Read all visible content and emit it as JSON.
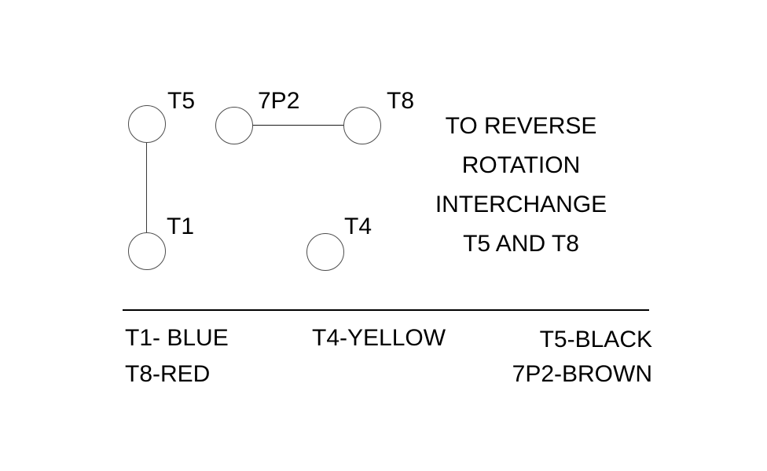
{
  "diagram": {
    "terminals": [
      {
        "id": "T5",
        "label": "T5"
      },
      {
        "id": "7P2",
        "label": "7P2"
      },
      {
        "id": "T8",
        "label": "T8"
      },
      {
        "id": "T1",
        "label": "T1"
      },
      {
        "id": "T4",
        "label": "T4"
      }
    ],
    "connections": [
      {
        "from": "T5",
        "to": "T1"
      },
      {
        "from": "7P2",
        "to": "T8"
      }
    ],
    "note": {
      "lines": [
        "TO REVERSE",
        "ROTATION",
        "INTERCHANGE",
        "T5 AND T8"
      ]
    },
    "legend": {
      "entries": [
        {
          "terminal": "T1",
          "color": "BLUE",
          "text": "T1- BLUE"
        },
        {
          "terminal": "T8",
          "color": "RED",
          "text": "T8-RED"
        },
        {
          "terminal": "T4",
          "color": "YELLOW",
          "text": "T4-YELLOW"
        },
        {
          "terminal": "T5",
          "color": "BLACK",
          "text": "T5-BLACK"
        },
        {
          "terminal": "7P2",
          "color": "BROWN",
          "text": "7P2-BROWN"
        }
      ]
    },
    "colors": {
      "ink": "#000000",
      "background": "#ffffff"
    }
  }
}
